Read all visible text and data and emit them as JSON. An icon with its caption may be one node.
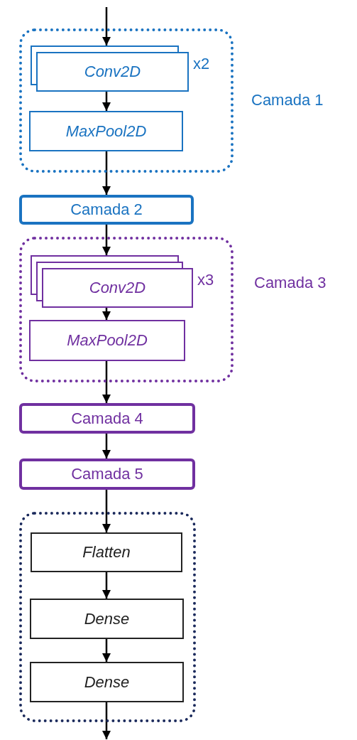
{
  "diagram": {
    "nodes": [
      {
        "text": [
          "Camada 1"
        ]
      },
      {
        "text": [
          "Conv2D"
        ],
        "in": 0,
        "beside": [
          "x2"
        ]
      },
      {
        "text": [
          "MaxPool2D"
        ],
        "in": 0
      },
      {
        "text": [
          "Camada 2"
        ]
      },
      {
        "text": [
          "Camada 3"
        ]
      },
      {
        "text": [
          "Conv2D"
        ],
        "in": 4,
        "beside": [
          "x3"
        ]
      },
      {
        "text": [
          "MaxPool2D"
        ],
        "in": 4
      },
      {
        "text": [
          "Camada 4"
        ]
      },
      {
        "text": [
          "Camada 5"
        ]
      },
      {
        "text": [],
        "shape": "box"
      },
      {
        "text": [
          "Flatten"
        ],
        "in": 9
      },
      {
        "text": [
          "Dense"
        ],
        "in": 9
      },
      {
        "text": [
          "Dense"
        ],
        "in": 9
      }
    ],
    "edges": [
      {
        "from": null,
        "to": 1,
        "arrow": "to"
      },
      {
        "from": 1,
        "to": 2,
        "arrow": "to"
      },
      {
        "from": 2,
        "to": 3,
        "arrow": "to"
      },
      {
        "from": 3,
        "to": 5,
        "arrow": "to"
      },
      {
        "from": 5,
        "to": 6,
        "arrow": "to"
      },
      {
        "from": 6,
        "to": 7,
        "arrow": "to"
      },
      {
        "from": 7,
        "to": 8,
        "arrow": "to"
      },
      {
        "from": 8,
        "to": 10,
        "arrow": "to"
      },
      {
        "from": 10,
        "to": 11,
        "arrow": "to"
      },
      {
        "from": 11,
        "to": 12,
        "arrow": "to"
      },
      {
        "from": 12,
        "to": null,
        "arrow": "to"
      }
    ]
  }
}
